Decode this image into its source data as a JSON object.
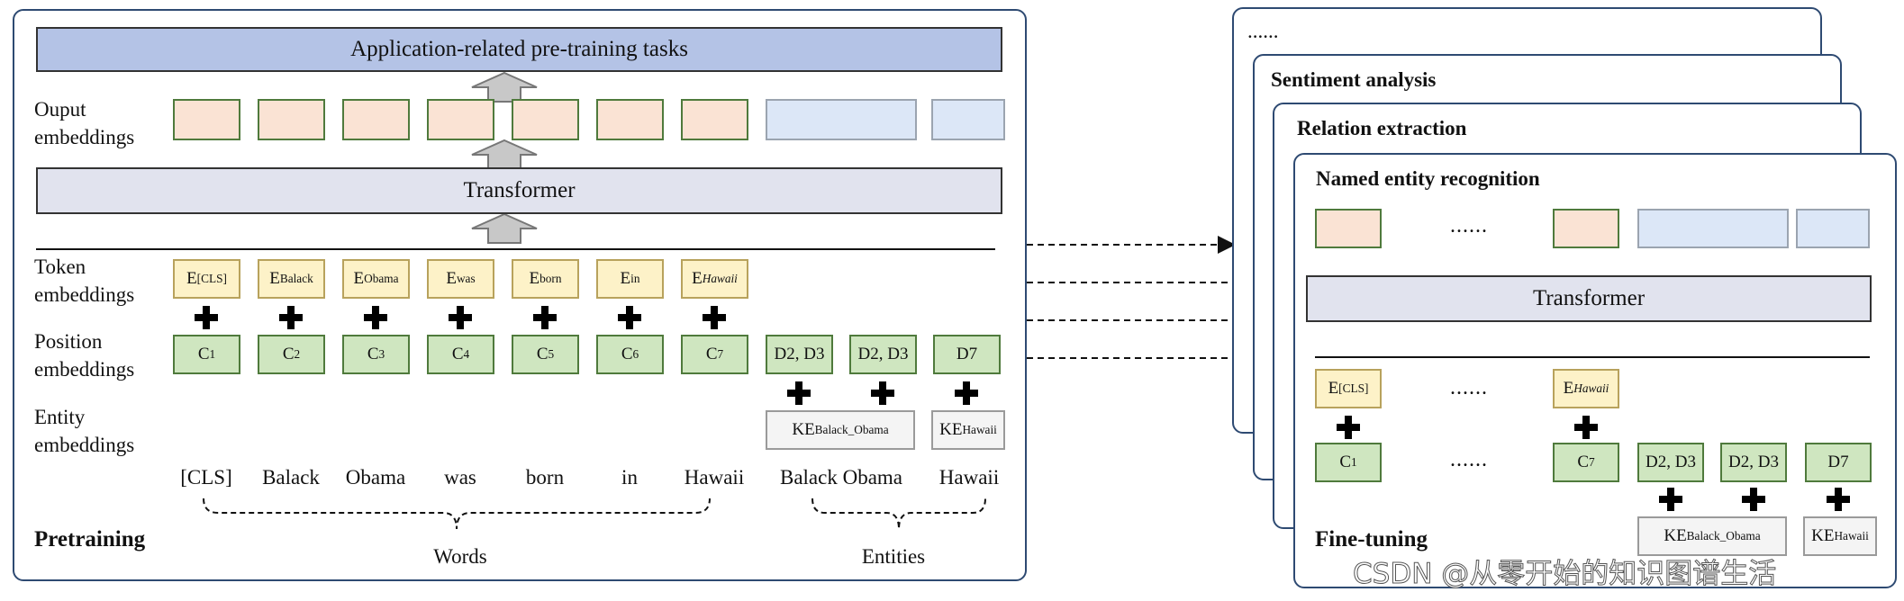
{
  "pretrain": {
    "top_bar": "Application-related pre-training tasks",
    "output_label_1": "Ouput",
    "output_label_2": "embeddings",
    "transformer": "Transformer",
    "token_label_1": "Token",
    "token_label_2": "embeddings",
    "position_label_1": "Position",
    "position_label_2": "embeddings",
    "entity_label_1": "Entity",
    "entity_label_2": "embeddings",
    "tokens": [
      {
        "base": "E",
        "sub": "[CLS]"
      },
      {
        "base": "E",
        "sub": "Balack"
      },
      {
        "base": "E",
        "sub": "Obama"
      },
      {
        "base": "E",
        "sub": "was"
      },
      {
        "base": "E",
        "sub": "born"
      },
      {
        "base": "E",
        "sub": "in"
      },
      {
        "base": "E",
        "sub": "Hawaii"
      }
    ],
    "positions": [
      {
        "base": "C",
        "sub": "1"
      },
      {
        "base": "C",
        "sub": "2"
      },
      {
        "base": "C",
        "sub": "3"
      },
      {
        "base": "C",
        "sub": "4"
      },
      {
        "base": "C",
        "sub": "5"
      },
      {
        "base": "C",
        "sub": "6"
      },
      {
        "base": "C",
        "sub": "7"
      }
    ],
    "entity_positions": [
      "D2, D3",
      "D2, D3",
      "D7"
    ],
    "entity_emb_1": {
      "base": "KE",
      "sub": "Balack_Obama"
    },
    "entity_emb_2": {
      "base": "KE",
      "sub": "Hawaii"
    },
    "words": [
      "[CLS]",
      "Balack",
      "Obama",
      "was",
      "born",
      "in",
      "Hawaii"
    ],
    "entity_words": [
      "Balack Obama",
      "Hawaii"
    ],
    "words_caption": "Words",
    "entities_caption": "Entities",
    "footer": "Pretraining"
  },
  "finetune": {
    "card_dots": "......",
    "card_2": "Sentiment analysis",
    "card_3": "Relation extraction",
    "card_4": "Named entity recognition",
    "dots": "......",
    "transformer": "Transformer",
    "tok_first": {
      "base": "E",
      "sub": "[CLS]"
    },
    "tok_last": {
      "base": "E",
      "sub": "Hawaii"
    },
    "pos_first": {
      "base": "C",
      "sub": "1"
    },
    "pos_last": {
      "base": "C",
      "sub": "7"
    },
    "entity_positions": [
      "D2, D3",
      "D2, D3",
      "D7"
    ],
    "entity_emb_1": {
      "base": "KE",
      "sub": "Balack_Obama"
    },
    "entity_emb_2": {
      "base": "KE",
      "sub": "Hawaii"
    },
    "footer": "Fine-tuning"
  },
  "watermark": "CSDN @从零开始的知识图谱生活",
  "colors": {
    "panel_border": "#2e4a72",
    "top_bar": "#b4c3e6",
    "transformer": "#e1e3ee",
    "output_word": "#fae3d4",
    "output_entity": "#dce7f7",
    "token": "#fdf2c8",
    "position": "#cfe6c0"
  }
}
